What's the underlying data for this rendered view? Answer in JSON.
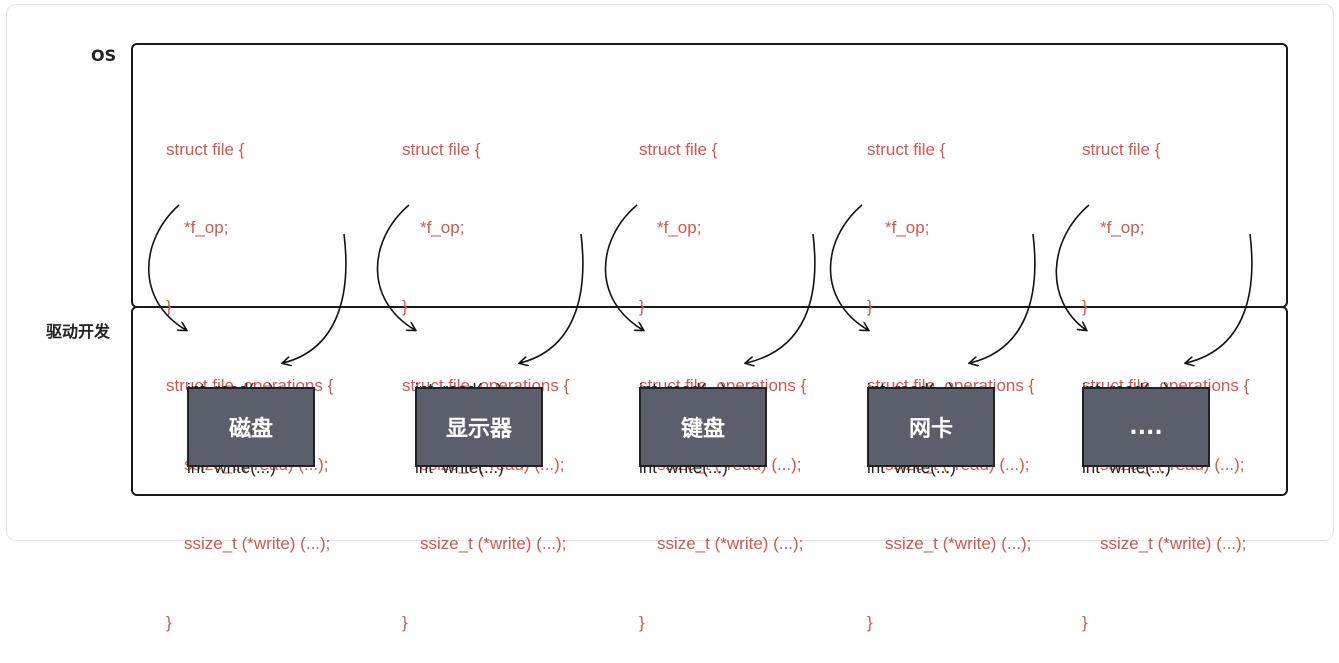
{
  "layers": {
    "os": "OS",
    "driver": "驱动开发"
  },
  "columns": [
    {
      "code": [
        "struct file {",
        "*f_op;",
        "}",
        "struct file_operations {",
        "ssize_t (*read) (...);",
        "ssize_t (*write) (...);",
        "}"
      ],
      "driver": [
        "int  read(...)",
        "int  write(...)"
      ],
      "device": "磁盘"
    },
    {
      "code": [
        "struct file {",
        "*f_op;",
        "}",
        "struct file_operations {",
        "ssize_t (*read) (...);",
        "ssize_t (*write) (...);",
        "}"
      ],
      "driver": [
        "int  read(...)",
        "int  write(...)"
      ],
      "device": "显示器"
    },
    {
      "code": [
        "struct file {",
        "*f_op;",
        "}",
        "struct file_operations {",
        "ssize_t (*read) (...);",
        "ssize_t (*write) (...);",
        "}"
      ],
      "driver": [
        "int  read(...)",
        "int  write(...)"
      ],
      "device": "键盘"
    },
    {
      "code": [
        "struct file {",
        "*f_op;",
        "}",
        "struct file_operations {",
        "ssize_t (*read) (...);",
        "ssize_t (*write) (...);",
        "}"
      ],
      "driver": [
        "int  read(...)",
        "int  write(...)"
      ],
      "device": "网卡"
    },
    {
      "code": [
        "struct file {",
        "*f_op;",
        "}",
        "struct file_operations {",
        "ssize_t (*read) (...);",
        "ssize_t (*write) (...);",
        "}"
      ],
      "driver": [
        "int  read(...)",
        "int  write(...)"
      ],
      "device": "...."
    }
  ],
  "colors": {
    "code": "#d0584f",
    "device_fill": "#5a5f6b",
    "border": "#1a1a1a"
  }
}
